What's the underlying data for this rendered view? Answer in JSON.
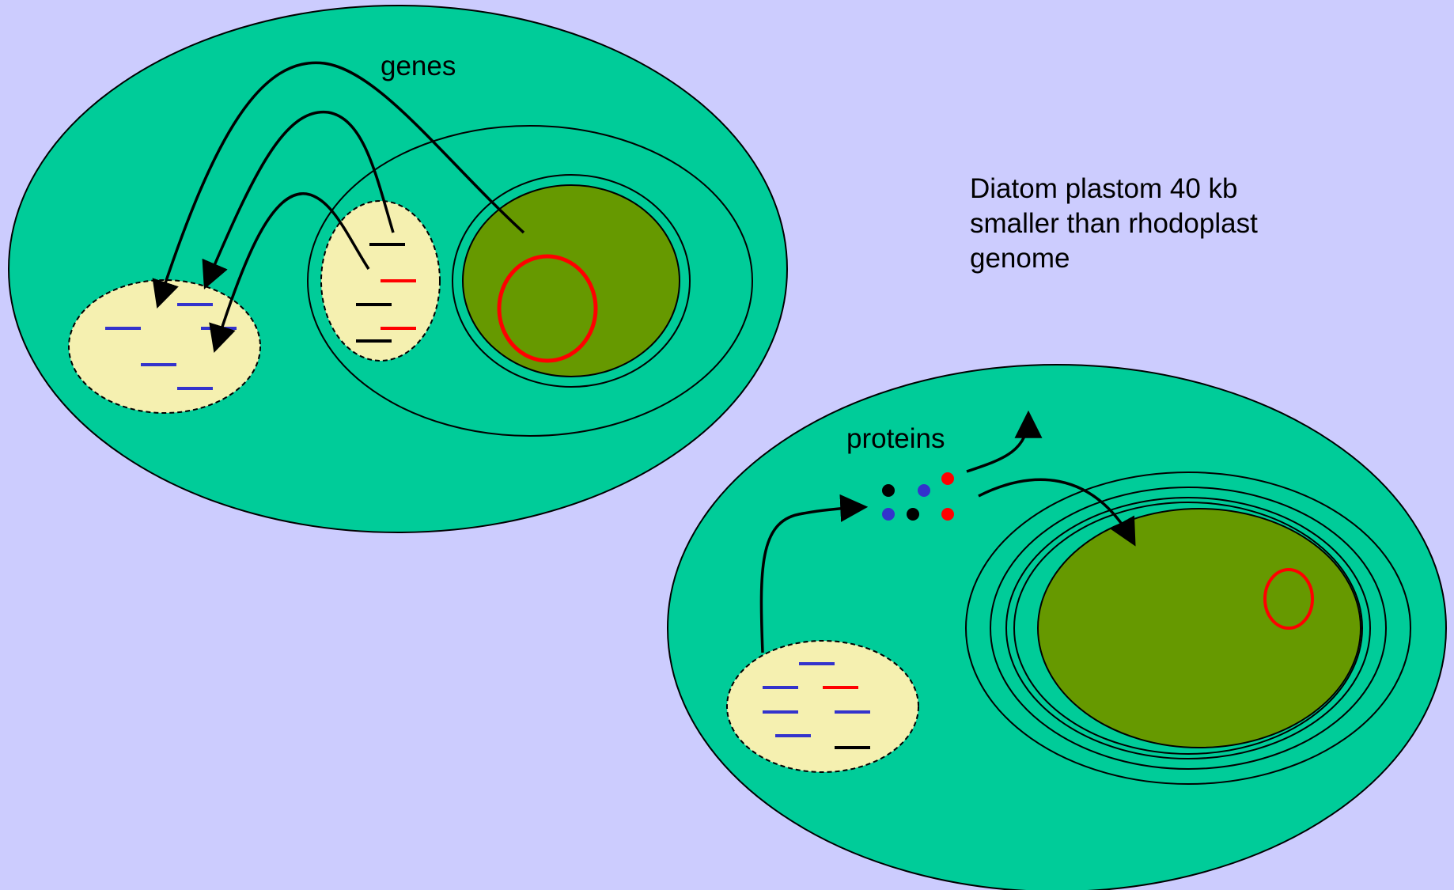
{
  "labels": {
    "genes": "genes",
    "proteins": "proteins",
    "note_line1": "Diatom plastom 40 kb",
    "note_line2": "smaller than rhodoplast",
    "note_line3": "genome"
  },
  "colors": {
    "background": "#ccccfe",
    "cell": "#00cc99",
    "plastid_stroma": "#669900",
    "nucleus": "#f5f0b0",
    "plastid_genome": "#ff0000",
    "gene_blue": "#3333cc",
    "gene_red": "#ff0000",
    "gene_black": "#000000",
    "outline": "#000000"
  },
  "icons": {
    "gene_transfer_arrows": "curved-arrow-icon",
    "protein_transport_arrows": "curved-arrow-icon"
  }
}
